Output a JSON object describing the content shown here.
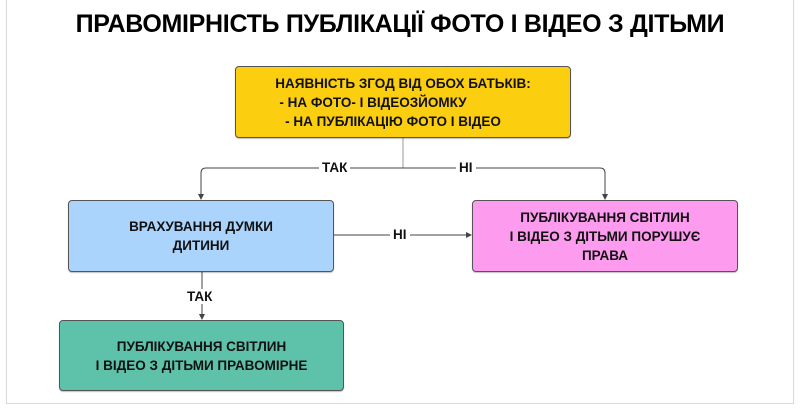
{
  "title": "ПРАВОМІРНІСТЬ ПУБЛІКАЦІЇ ФОТО І ВІДЕО З ДІТЬМИ",
  "nodes": {
    "consent": {
      "lines": [
        "НАЯВНІСТЬ ЗГОД ВІД ОБОХ БАТЬКІВ:",
        "- НА ФОТО- І ВІДЕОЗЙОМКУ",
        "- НА ПУБЛІКАЦІЮ ФОТО І ВІДЕО"
      ],
      "color": "#fcce10"
    },
    "child_opinion": {
      "lines": [
        "ВРАХУВАННЯ ДУМКИ",
        "ДИТИНИ"
      ],
      "color": "#aad4fc"
    },
    "violates": {
      "lines": [
        "ПУБЛІКУВАННЯ СВІТЛИН",
        "І ВІДЕО З ДІТЬМИ ПОРУШУЄ",
        "ПРАВА"
      ],
      "color": "#fd9bee"
    },
    "lawful": {
      "lines": [
        "ПУБЛІКУВАННЯ СВІТЛИН",
        "І ВІДЕО З ДІТЬМИ ПРАВОМІРНЕ"
      ],
      "color": "#5ec2ab"
    }
  },
  "edges": {
    "consent_yes": "ТАК",
    "consent_no": "НІ",
    "opinion_no": "НІ",
    "opinion_yes": "ТАК"
  }
}
